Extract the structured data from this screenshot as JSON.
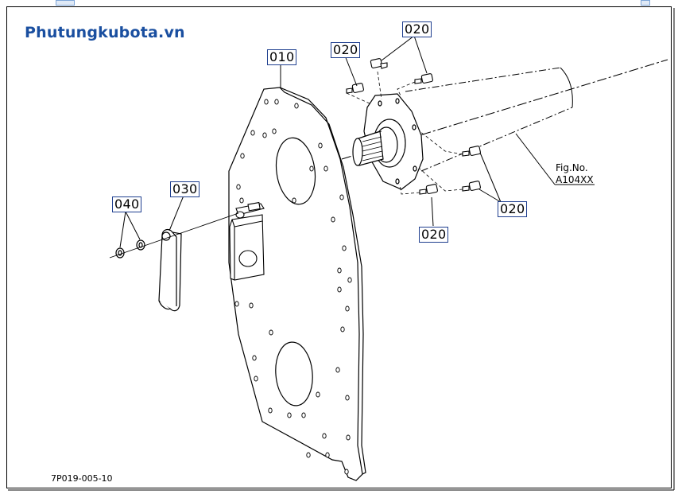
{
  "watermark": "Phutungkubota.vn",
  "drawing_code": "7P019-005-10",
  "figure_reference": {
    "label": "Fig.No.",
    "number": "A104XX"
  },
  "callouts": {
    "plate": "010",
    "bolt_top_right": "020",
    "bolt_top_left": "020",
    "bolt_right": "020",
    "bolt_bottom": "020",
    "lever": "030",
    "washers": "040"
  },
  "colors": {
    "ink": "#000000",
    "callout_border": "#1f3f8f",
    "watermark": "#1a4fa0"
  }
}
